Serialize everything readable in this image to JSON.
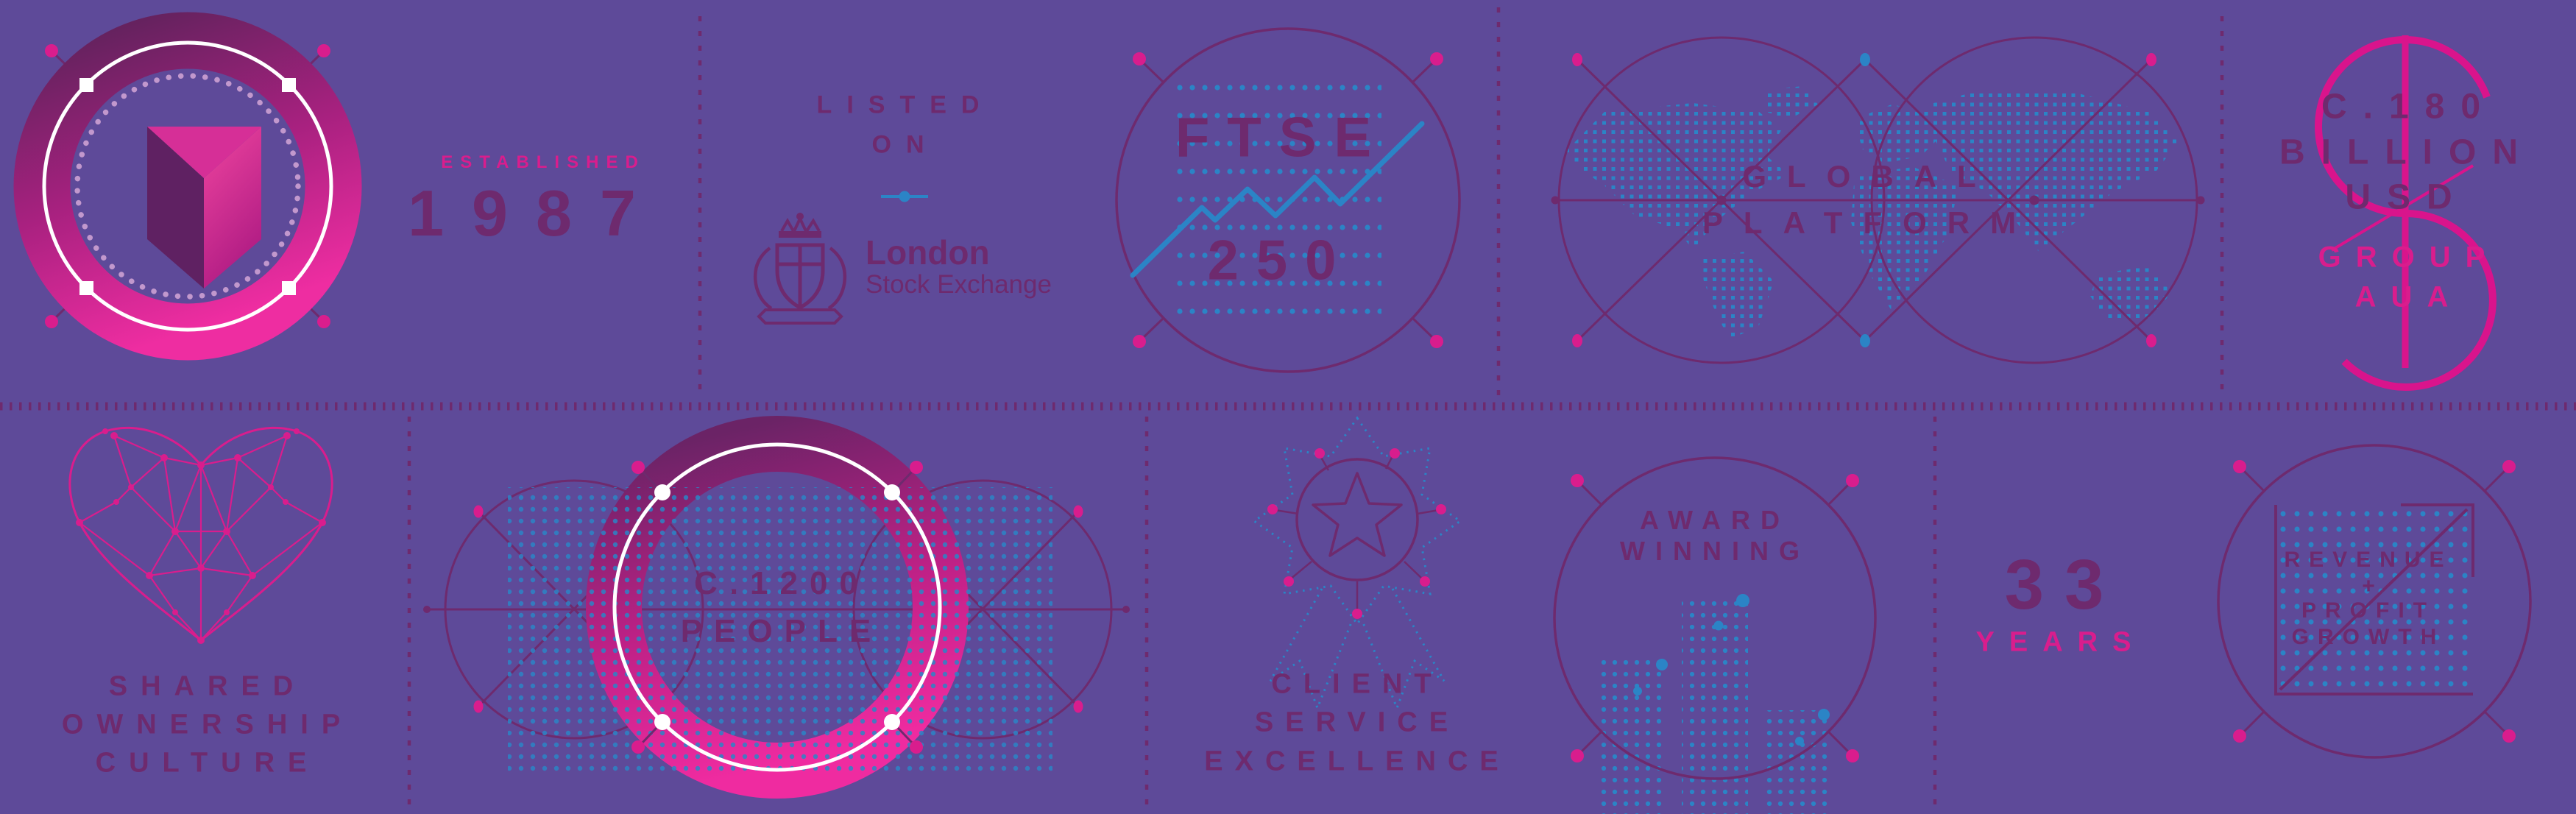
{
  "title": "Company facts infographic banner",
  "colors": {
    "background": "#5e4a99",
    "plum": "#6e2a6e",
    "pink": "#d91d8d",
    "magenta": "#e82c9e",
    "blue": "#2b84c6",
    "white": "#ffffff"
  },
  "icons": {
    "logo": "prism-ring-badge",
    "listed_on": "lse-crest",
    "ftse": "trend-line-circle",
    "global": "dotted-world-map",
    "aua": "dollar-sign",
    "culture": "wireframe-heart",
    "people": "gradient-ring-badge",
    "client": "star-rosette",
    "award": "dotted-bar-chart-circle",
    "growth": "arrow-square-circle"
  },
  "sections": {
    "established": {
      "label": "ESTABLISHED",
      "year": "1987"
    },
    "listed_on": {
      "word1": "LISTED",
      "word2": "ON",
      "exchange_name": "London",
      "exchange_subname": "Stock Exchange"
    },
    "ftse": {
      "index": "FTSE",
      "number": "250"
    },
    "global": {
      "word1": "GLOBAL",
      "word2": "PLATFORM"
    },
    "aua": {
      "value": "C.180",
      "unit1": "BILLION",
      "unit2": "USD",
      "label1": "GROUP",
      "label2": "AUA"
    },
    "culture": {
      "word1": "SHARED",
      "word2": "OWNERSHIP",
      "word3": "CULTURE"
    },
    "people": {
      "value": "C.1200",
      "label": "PEOPLE"
    },
    "client": {
      "word1": "CLIENT",
      "word2": "SERVICE",
      "word3": "EXCELLENCE"
    },
    "award": {
      "word1": "AWARD",
      "word2": "WINNING"
    },
    "years": {
      "value": "33",
      "label": "YEARS"
    },
    "growth": {
      "word1": "REVENUE",
      "word2": "+",
      "word3": "PROFIT",
      "word4": "GROWTH"
    }
  }
}
